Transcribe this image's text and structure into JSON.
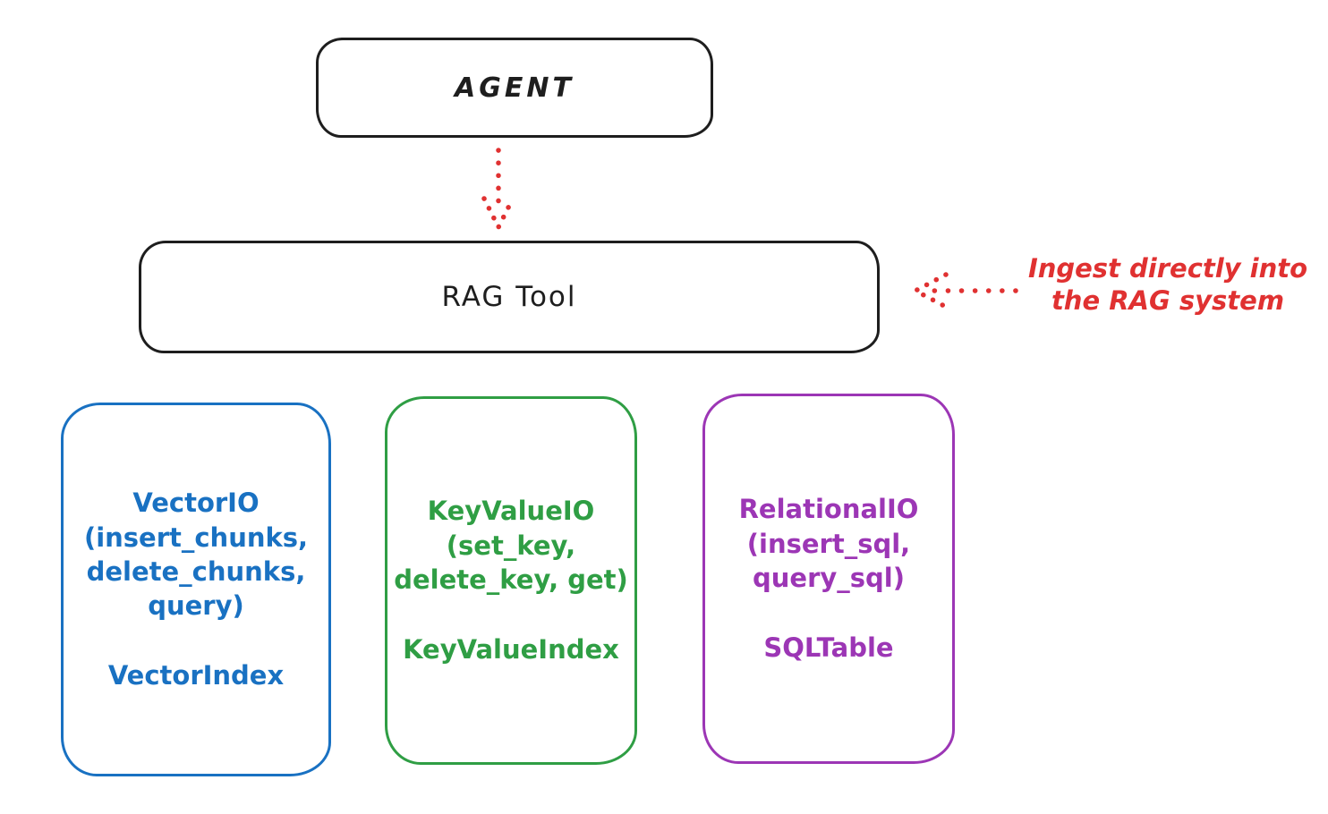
{
  "diagram": {
    "agent_box": {
      "label": "AGENT"
    },
    "rag_tool_box": {
      "label": "RAG Tool"
    },
    "annotation": {
      "text": "Ingest directly into\nthe RAG system"
    },
    "arrows": [
      {
        "name": "agent-to-rag",
        "style": "dotted",
        "direction": "down",
        "color": "#e03131"
      },
      {
        "name": "ingest-into-rag",
        "style": "dotted",
        "direction": "left",
        "color": "#e03131"
      }
    ],
    "backends": [
      {
        "name": "vector",
        "io_text": "VectorIO\n(insert_chunks,\ndelete_chunks,\nquery)",
        "index_text": "VectorIndex",
        "color": "#1971c2"
      },
      {
        "name": "keyvalue",
        "io_text": "KeyValueIO\n(set_key,\ndelete_key, get)",
        "index_text": "KeyValueIndex",
        "color": "#2f9e44"
      },
      {
        "name": "relational",
        "io_text": "RelationalIO\n(insert_sql,\nquery_sql)",
        "index_text": "SQLTable",
        "color": "#9c36b5"
      }
    ],
    "colors": {
      "ink": "#1e1e1e",
      "red": "#e03131",
      "blue": "#1971c2",
      "green": "#2f9e44",
      "purple": "#9c36b5",
      "background": "#ffffff"
    }
  }
}
